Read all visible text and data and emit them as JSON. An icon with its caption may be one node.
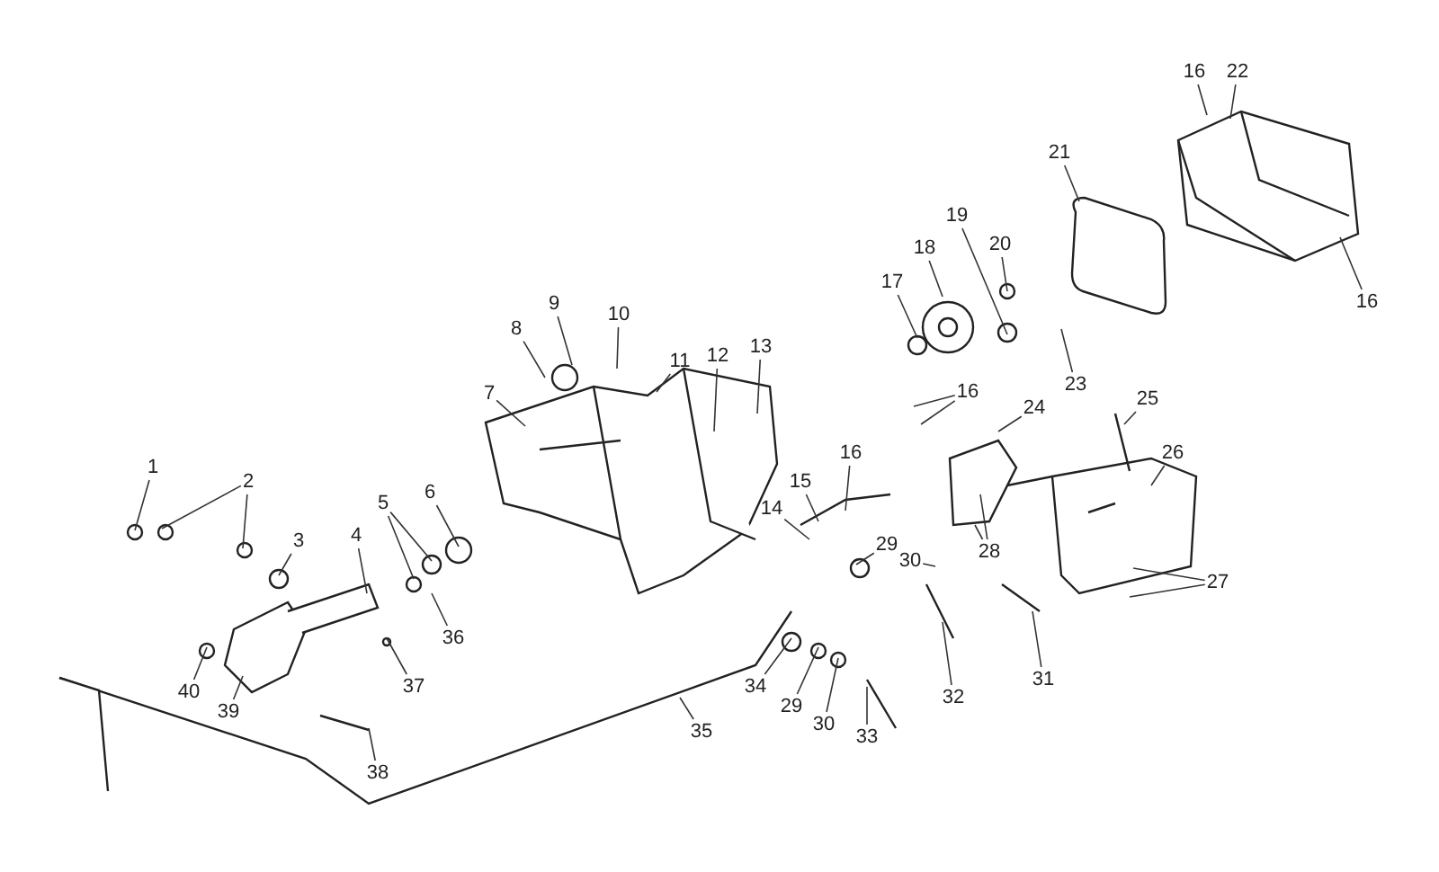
{
  "diagram": {
    "nodes": [
      {
        "text": [
          "16"
        ]
      },
      {
        "text": [
          "22"
        ]
      },
      {
        "text": [
          "21"
        ]
      },
      {
        "text": [
          "16"
        ]
      },
      {
        "text": [
          "9"
        ]
      },
      {
        "text": [
          "8"
        ]
      },
      {
        "text": [
          "10"
        ]
      },
      {
        "text": [
          "11"
        ]
      },
      {
        "text": [
          "12"
        ]
      },
      {
        "text": [
          "13"
        ]
      },
      {
        "text": [
          "17"
        ]
      },
      {
        "text": [
          "18"
        ]
      },
      {
        "text": [
          "19"
        ]
      },
      {
        "text": [
          "20"
        ]
      },
      {
        "text": [
          "23"
        ]
      },
      {
        "text": [
          "7"
        ]
      },
      {
        "text": [
          "16"
        ]
      },
      {
        "text": [
          "24"
        ]
      },
      {
        "text": [
          "25"
        ]
      },
      {
        "text": [
          "26"
        ]
      },
      {
        "text": [
          "15"
        ]
      },
      {
        "text": [
          "16"
        ]
      },
      {
        "text": [
          "14"
        ]
      },
      {
        "text": [
          "29"
        ]
      },
      {
        "text": [
          "28"
        ]
      },
      {
        "text": [
          "30"
        ]
      },
      {
        "text": [
          "27"
        ]
      },
      {
        "text": [
          "1"
        ]
      },
      {
        "text": [
          "2"
        ]
      },
      {
        "text": [
          "3"
        ]
      },
      {
        "text": [
          "4"
        ]
      },
      {
        "text": [
          "5"
        ]
      },
      {
        "text": [
          "6"
        ]
      },
      {
        "text": [
          "36"
        ]
      },
      {
        "text": [
          "37"
        ]
      },
      {
        "text": [
          "40"
        ]
      },
      {
        "text": [
          "39"
        ]
      },
      {
        "text": [
          "35"
        ]
      },
      {
        "text": [
          "38"
        ]
      },
      {
        "text": [
          "34"
        ]
      },
      {
        "text": [
          "29"
        ]
      },
      {
        "text": [
          "30"
        ]
      },
      {
        "text": [
          "33"
        ]
      },
      {
        "text": [
          "32"
        ]
      },
      {
        "text": [
          "31"
        ]
      }
    ],
    "edges": [
      {
        "from": 0,
        "to": null,
        "arrow": "none"
      },
      {
        "from": 1,
        "to": null,
        "arrow": "none"
      },
      {
        "from": 2,
        "to": null,
        "arrow": "none"
      },
      {
        "from": 3,
        "to": null,
        "arrow": "none"
      },
      {
        "from": 4,
        "to": null,
        "arrow": "none"
      },
      {
        "from": 5,
        "to": null,
        "arrow": "none"
      },
      {
        "from": 6,
        "to": null,
        "arrow": "none"
      },
      {
        "from": 7,
        "to": null,
        "arrow": "none"
      },
      {
        "from": 8,
        "to": null,
        "arrow": "none"
      },
      {
        "from": 9,
        "to": null,
        "arrow": "none"
      },
      {
        "from": 10,
        "to": null,
        "arrow": "none"
      },
      {
        "from": 11,
        "to": null,
        "arrow": "none"
      },
      {
        "from": 12,
        "to": null,
        "arrow": "none"
      },
      {
        "from": 13,
        "to": null,
        "arrow": "none"
      },
      {
        "from": 14,
        "to": null,
        "arrow": "none"
      },
      {
        "from": 15,
        "to": null,
        "arrow": "none"
      },
      {
        "from": 16,
        "to": null,
        "arrow": "none"
      },
      {
        "from": 16,
        "to": null,
        "arrow": "none"
      },
      {
        "from": 17,
        "to": null,
        "arrow": "none"
      },
      {
        "from": 18,
        "to": null,
        "arrow": "none"
      },
      {
        "from": 19,
        "to": null,
        "arrow": "none"
      },
      {
        "from": 20,
        "to": null,
        "arrow": "none"
      },
      {
        "from": 21,
        "to": null,
        "arrow": "none"
      },
      {
        "from": 22,
        "to": null,
        "arrow": "none"
      },
      {
        "from": 23,
        "to": null,
        "arrow": "none"
      },
      {
        "from": 24,
        "to": null,
        "arrow": "none"
      },
      {
        "from": 24,
        "to": null,
        "arrow": "none"
      },
      {
        "from": 25,
        "to": null,
        "arrow": "none"
      },
      {
        "from": 26,
        "to": null,
        "arrow": "none"
      },
      {
        "from": 26,
        "to": null,
        "arrow": "none"
      },
      {
        "from": 27,
        "to": null,
        "arrow": "none"
      },
      {
        "from": 28,
        "to": null,
        "arrow": "none"
      },
      {
        "from": 28,
        "to": null,
        "arrow": "none"
      },
      {
        "from": 29,
        "to": null,
        "arrow": "none"
      },
      {
        "from": 30,
        "to": null,
        "arrow": "none"
      },
      {
        "from": 31,
        "to": null,
        "arrow": "none"
      },
      {
        "from": 31,
        "to": null,
        "arrow": "none"
      },
      {
        "from": 32,
        "to": null,
        "arrow": "none"
      },
      {
        "from": 33,
        "to": null,
        "arrow": "none"
      },
      {
        "from": 34,
        "to": null,
        "arrow": "none"
      },
      {
        "from": 35,
        "to": null,
        "arrow": "none"
      },
      {
        "from": 36,
        "to": null,
        "arrow": "none"
      },
      {
        "from": 37,
        "to": null,
        "arrow": "none"
      },
      {
        "from": 38,
        "to": null,
        "arrow": "none"
      },
      {
        "from": 39,
        "to": null,
        "arrow": "none"
      },
      {
        "from": 40,
        "to": null,
        "arrow": "none"
      },
      {
        "from": 41,
        "to": null,
        "arrow": "none"
      },
      {
        "from": 42,
        "to": null,
        "arrow": "none"
      },
      {
        "from": 43,
        "to": null,
        "arrow": "none"
      },
      {
        "from": 44,
        "to": null,
        "arrow": "none"
      }
    ]
  }
}
